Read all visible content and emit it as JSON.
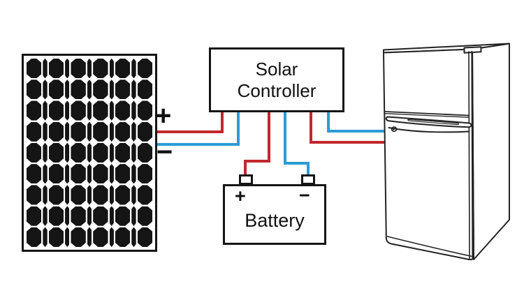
{
  "colors": {
    "positive_wire": "#c0282c",
    "negative_wire": "#2e9bd6",
    "outline": "#151515"
  },
  "solar_panel": {
    "rows": 9,
    "cell_columns": 6,
    "plus_label": "+",
    "minus_label": "−"
  },
  "controller": {
    "line1": "Solar",
    "line2": "Controller"
  },
  "battery": {
    "label": "Battery",
    "plus_label": "+",
    "minus_label": "−"
  },
  "wires": [
    {
      "name": "panel-positive-wire",
      "polarity": "positive",
      "color": "#c0282c",
      "segments": [
        [
          316,
          161,
          4,
          29
        ],
        [
          225,
          187,
          95,
          4
        ]
      ]
    },
    {
      "name": "panel-negative-wire",
      "polarity": "negative",
      "color": "#2e9bd6",
      "segments": [
        [
          339,
          161,
          4,
          46
        ],
        [
          225,
          205,
          118,
          4
        ]
      ]
    },
    {
      "name": "battery-positive-wire",
      "polarity": "positive",
      "color": "#c0282c",
      "segments": [
        [
          383,
          161,
          4,
          72
        ],
        [
          349,
          229,
          38,
          4
        ],
        [
          349,
          229,
          4,
          23
        ]
      ]
    },
    {
      "name": "battery-negative-wire",
      "polarity": "negative",
      "color": "#2e9bd6",
      "segments": [
        [
          406,
          161,
          4,
          73
        ],
        [
          406,
          232,
          37,
          4
        ],
        [
          439,
          232,
          4,
          20
        ]
      ]
    },
    {
      "name": "fridge-positive-wire",
      "polarity": "positive",
      "color": "#c0282c",
      "segments": [
        [
          443,
          161,
          4,
          44
        ],
        [
          443,
          202,
          110,
          4
        ]
      ]
    },
    {
      "name": "fridge-negative-wire",
      "polarity": "negative",
      "color": "#2e9bd6",
      "segments": [
        [
          468,
          161,
          4,
          28
        ],
        [
          468,
          186,
          85,
          4
        ]
      ]
    }
  ]
}
